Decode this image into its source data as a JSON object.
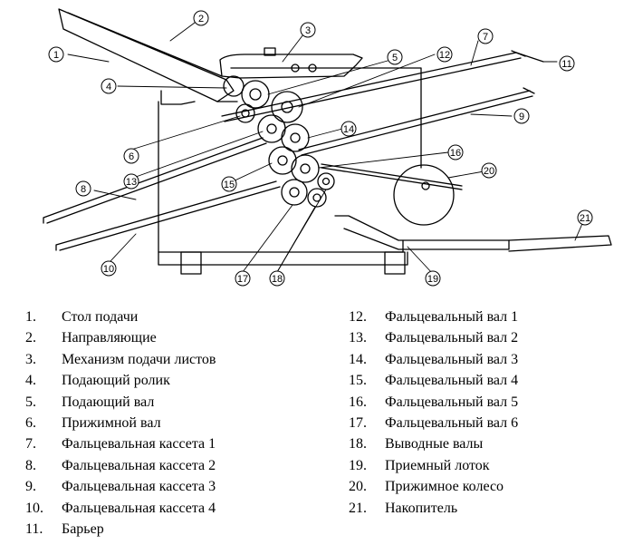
{
  "diagram": {
    "callouts": [
      {
        "id": "callout-1",
        "num": "1"
      },
      {
        "id": "callout-2",
        "num": "2"
      },
      {
        "id": "callout-3",
        "num": "3"
      },
      {
        "id": "callout-4",
        "num": "4"
      },
      {
        "id": "callout-5",
        "num": "5"
      },
      {
        "id": "callout-6",
        "num": "6"
      },
      {
        "id": "callout-7",
        "num": "7"
      },
      {
        "id": "callout-8",
        "num": "8"
      },
      {
        "id": "callout-9",
        "num": "9"
      },
      {
        "id": "callout-10",
        "num": "10"
      },
      {
        "id": "callout-11",
        "num": "11"
      },
      {
        "id": "callout-12",
        "num": "12"
      },
      {
        "id": "callout-13",
        "num": "13"
      },
      {
        "id": "callout-14",
        "num": "14"
      },
      {
        "id": "callout-15",
        "num": "15"
      },
      {
        "id": "callout-16",
        "num": "16"
      },
      {
        "id": "callout-17",
        "num": "17"
      },
      {
        "id": "callout-18",
        "num": "18"
      },
      {
        "id": "callout-19",
        "num": "19"
      },
      {
        "id": "callout-20",
        "num": "20"
      },
      {
        "id": "callout-21",
        "num": "21"
      }
    ]
  },
  "legend": {
    "left": [
      {
        "num": "1.",
        "text": "Стол подачи"
      },
      {
        "num": "2.",
        "text": "Направляющие"
      },
      {
        "num": "3.",
        "text": "Механизм подачи листов"
      },
      {
        "num": "4.",
        "text": "Подающий ролик"
      },
      {
        "num": "5.",
        "text": "Подающий вал"
      },
      {
        "num": "6.",
        "text": "Прижимной вал"
      },
      {
        "num": "7.",
        "text": "Фальцевальная кассета 1"
      },
      {
        "num": "8.",
        "text": "Фальцевальная кассета 2"
      },
      {
        "num": "9.",
        "text": "Фальцевальная кассета 3"
      },
      {
        "num": "10.",
        "text": "Фальцевальная кассета 4"
      },
      {
        "num": "11.",
        "text": "Барьер"
      }
    ],
    "right": [
      {
        "num": "12.",
        "text": "Фальцевальный вал 1"
      },
      {
        "num": "13.",
        "text": "Фальцевальный вал 2"
      },
      {
        "num": "14.",
        "text": "Фальцевальный вал 3"
      },
      {
        "num": "15.",
        "text": "Фальцевальный вал 4"
      },
      {
        "num": "16.",
        "text": "Фальцевальный вал 5"
      },
      {
        "num": "17.",
        "text": "Фальцевальный вал 6"
      },
      {
        "num": "18.",
        "text": "Выводные валы"
      },
      {
        "num": "19.",
        "text": "Приемный лоток"
      },
      {
        "num": "20.",
        "text": "Прижимное колесо"
      },
      {
        "num": "21.",
        "text": "Накопитель"
      }
    ]
  }
}
